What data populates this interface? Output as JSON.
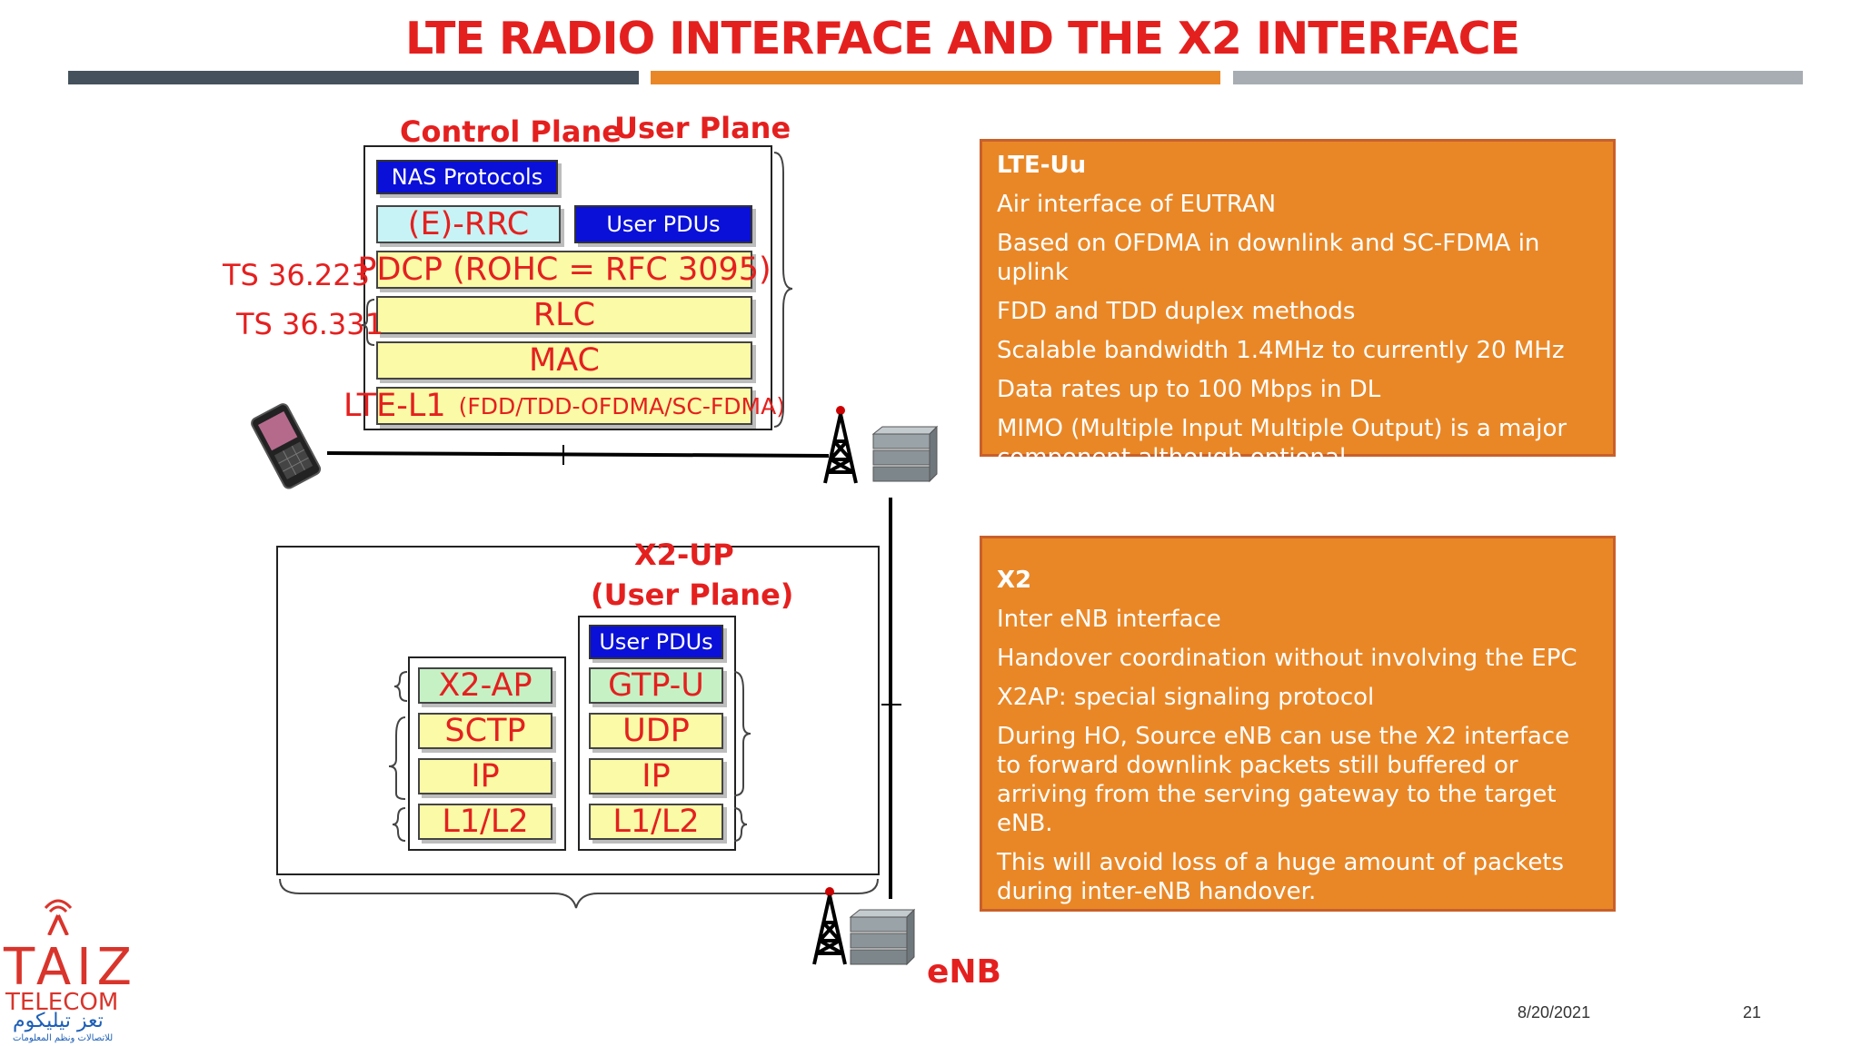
{
  "title": "LTE RADIO INTERFACE AND THE X2 INTERFACE",
  "colors": {
    "title_red": "#e4201f",
    "bar_dark": "#45515d",
    "bar_orange": "#e98727",
    "bar_gray": "#a7adb3",
    "box_orange": "#e98727",
    "pdu_blue": "#0a10d8"
  },
  "top_stack": {
    "control_plane": "Control Plane",
    "user_plane": "User Plane",
    "nas": "NAS Protocols",
    "rrc": "(E)-RRC",
    "user_pdus": "User PDUs",
    "pdcp": "PDCP (ROHC = RFC 3095)",
    "rlc": "RLC",
    "mac": "MAC",
    "l1_main": "LTE-L1",
    "l1_sub": "(FDD/TDD-OFDMA/SC-FDMA)",
    "ts1": "TS 36.223",
    "ts2": "TS 36.331"
  },
  "x2_stack": {
    "heading1": "X2-UP",
    "heading2": "(User Plane)",
    "user_pdus": "User PDUs",
    "left": [
      "X2-AP",
      "SCTP",
      "IP",
      "L1/L2"
    ],
    "right": [
      "GTP-U",
      "UDP",
      "IP",
      "L1/L2"
    ]
  },
  "enb_label": "eNB",
  "lte_uu": {
    "heading": "LTE-Uu",
    "lines": [
      "Air interface of EUTRAN",
      "Based on OFDMA in downlink and SC-FDMA in uplink",
      "FDD and TDD duplex methods",
      "Scalable bandwidth 1.4MHz to currently 20 MHz",
      "Data rates up to 100 Mbps in DL",
      "MIMO (Multiple Input Multiple Output) is a major component although optional."
    ]
  },
  "x2": {
    "heading": "X2",
    "lines": [
      "Inter eNB interface",
      "Handover coordination without involving the EPC",
      "X2AP: special signaling protocol",
      "During HO, Source eNB can use the X2 interface to forward downlink packets still buffered or arriving from the serving gateway to the target eNB.",
      "This will avoid loss of a huge amount of packets during inter-eNB handover."
    ]
  },
  "footer": {
    "date": "8/20/2021",
    "page": "21"
  },
  "logo": {
    "name_top": "TAIZ",
    "name_bottom": "TELECOM",
    "arabic": "تعز تيليكوم",
    "arabic_sub": "للاتصالات ونظم المعلومات"
  }
}
